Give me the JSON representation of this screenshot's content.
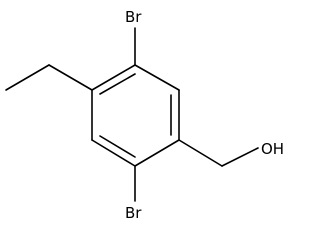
{
  "molecule": {
    "atoms": {
      "bromine_top": "Br",
      "bromine_bottom": "Br",
      "hydroxyl": "OH"
    },
    "colors": {
      "bond": "#000000",
      "label": "#000000",
      "background": "#ffffff"
    }
  }
}
